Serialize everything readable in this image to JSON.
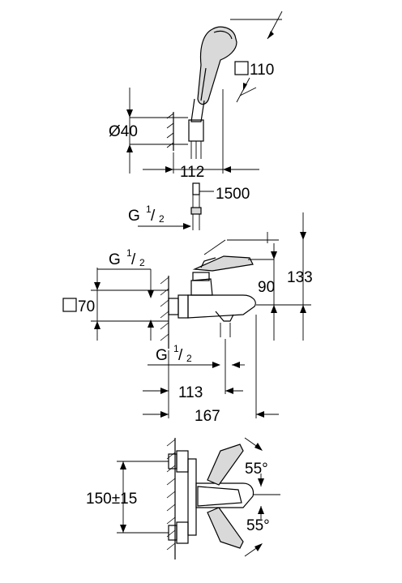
{
  "dimensions": {
    "handset_square": "110",
    "holder_diameter": "Ø40",
    "holder_width": "112",
    "hose_length": "1500",
    "hose_thread_g": "G",
    "hose_thread_num": "1",
    "hose_thread_den": "2",
    "inlet_thread_g": "G",
    "inlet_thread_num": "1",
    "inlet_thread_den": "2",
    "rosette_square": "70",
    "height_90": "90",
    "height_133": "133",
    "outlet_thread_g": "G",
    "outlet_thread_num": "1",
    "outlet_thread_den": "2",
    "projection_113": "113",
    "projection_167": "167",
    "inlet_spacing": "150±15",
    "angle_top": "55°",
    "angle_bottom": "55°"
  },
  "colors": {
    "ink": "#000000",
    "fill_light": "#d9d9d9",
    "background": "#ffffff"
  }
}
